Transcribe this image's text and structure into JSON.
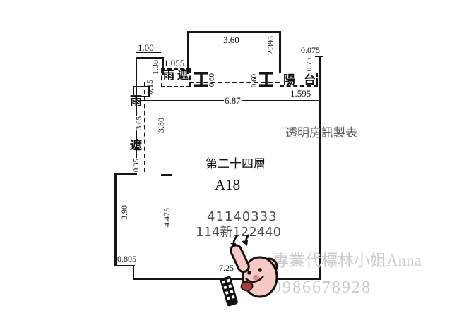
{
  "plan": {
    "floor_label": "第二十四層",
    "unit_label": "A18",
    "registry_number_1": "41140333",
    "registry_number_2": "114新122440",
    "room_labels": {
      "canopy": "雨遮",
      "side_canopy_char_top": "雨",
      "side_canopy_char_bottom": "遮",
      "balcony_left_char": "陽",
      "balcony_right_char": "台"
    },
    "dims": {
      "top_left_width": "1.00",
      "canopy_width": "1.055",
      "canopy_depth": "1.30",
      "canopy_gap": "0.15",
      "column_left": "0.60",
      "top_width": "3.60",
      "right_inset_depth": "2.395",
      "wall_gap": "0.075",
      "balcony_depth": "0.70",
      "column_right": "0.60",
      "balcony_width": "1.595",
      "interior_width": "6.87",
      "side_canopy_length": "3.65",
      "side_canopy_step": "0.35",
      "upper_room_depth": "3.80",
      "left_wall_length": "3.90",
      "lower_room_depth": "4.475",
      "bottom_step": "0.805",
      "bottom_width": "7.25"
    }
  },
  "watermarks": {
    "maker": "透明房訊製表",
    "agent": "專業代標林小姐Anna",
    "phone": "0986678928"
  },
  "colors": {
    "line": "#151515",
    "registry_text": "#4c4c4c",
    "watermark_dark": "#5f5f5f",
    "watermark_light": "#cbcbcb",
    "sticker_pink": "#f7c9c6",
    "sticker_nose": "#dd8793",
    "sticker_tongue": "#a83c38"
  }
}
